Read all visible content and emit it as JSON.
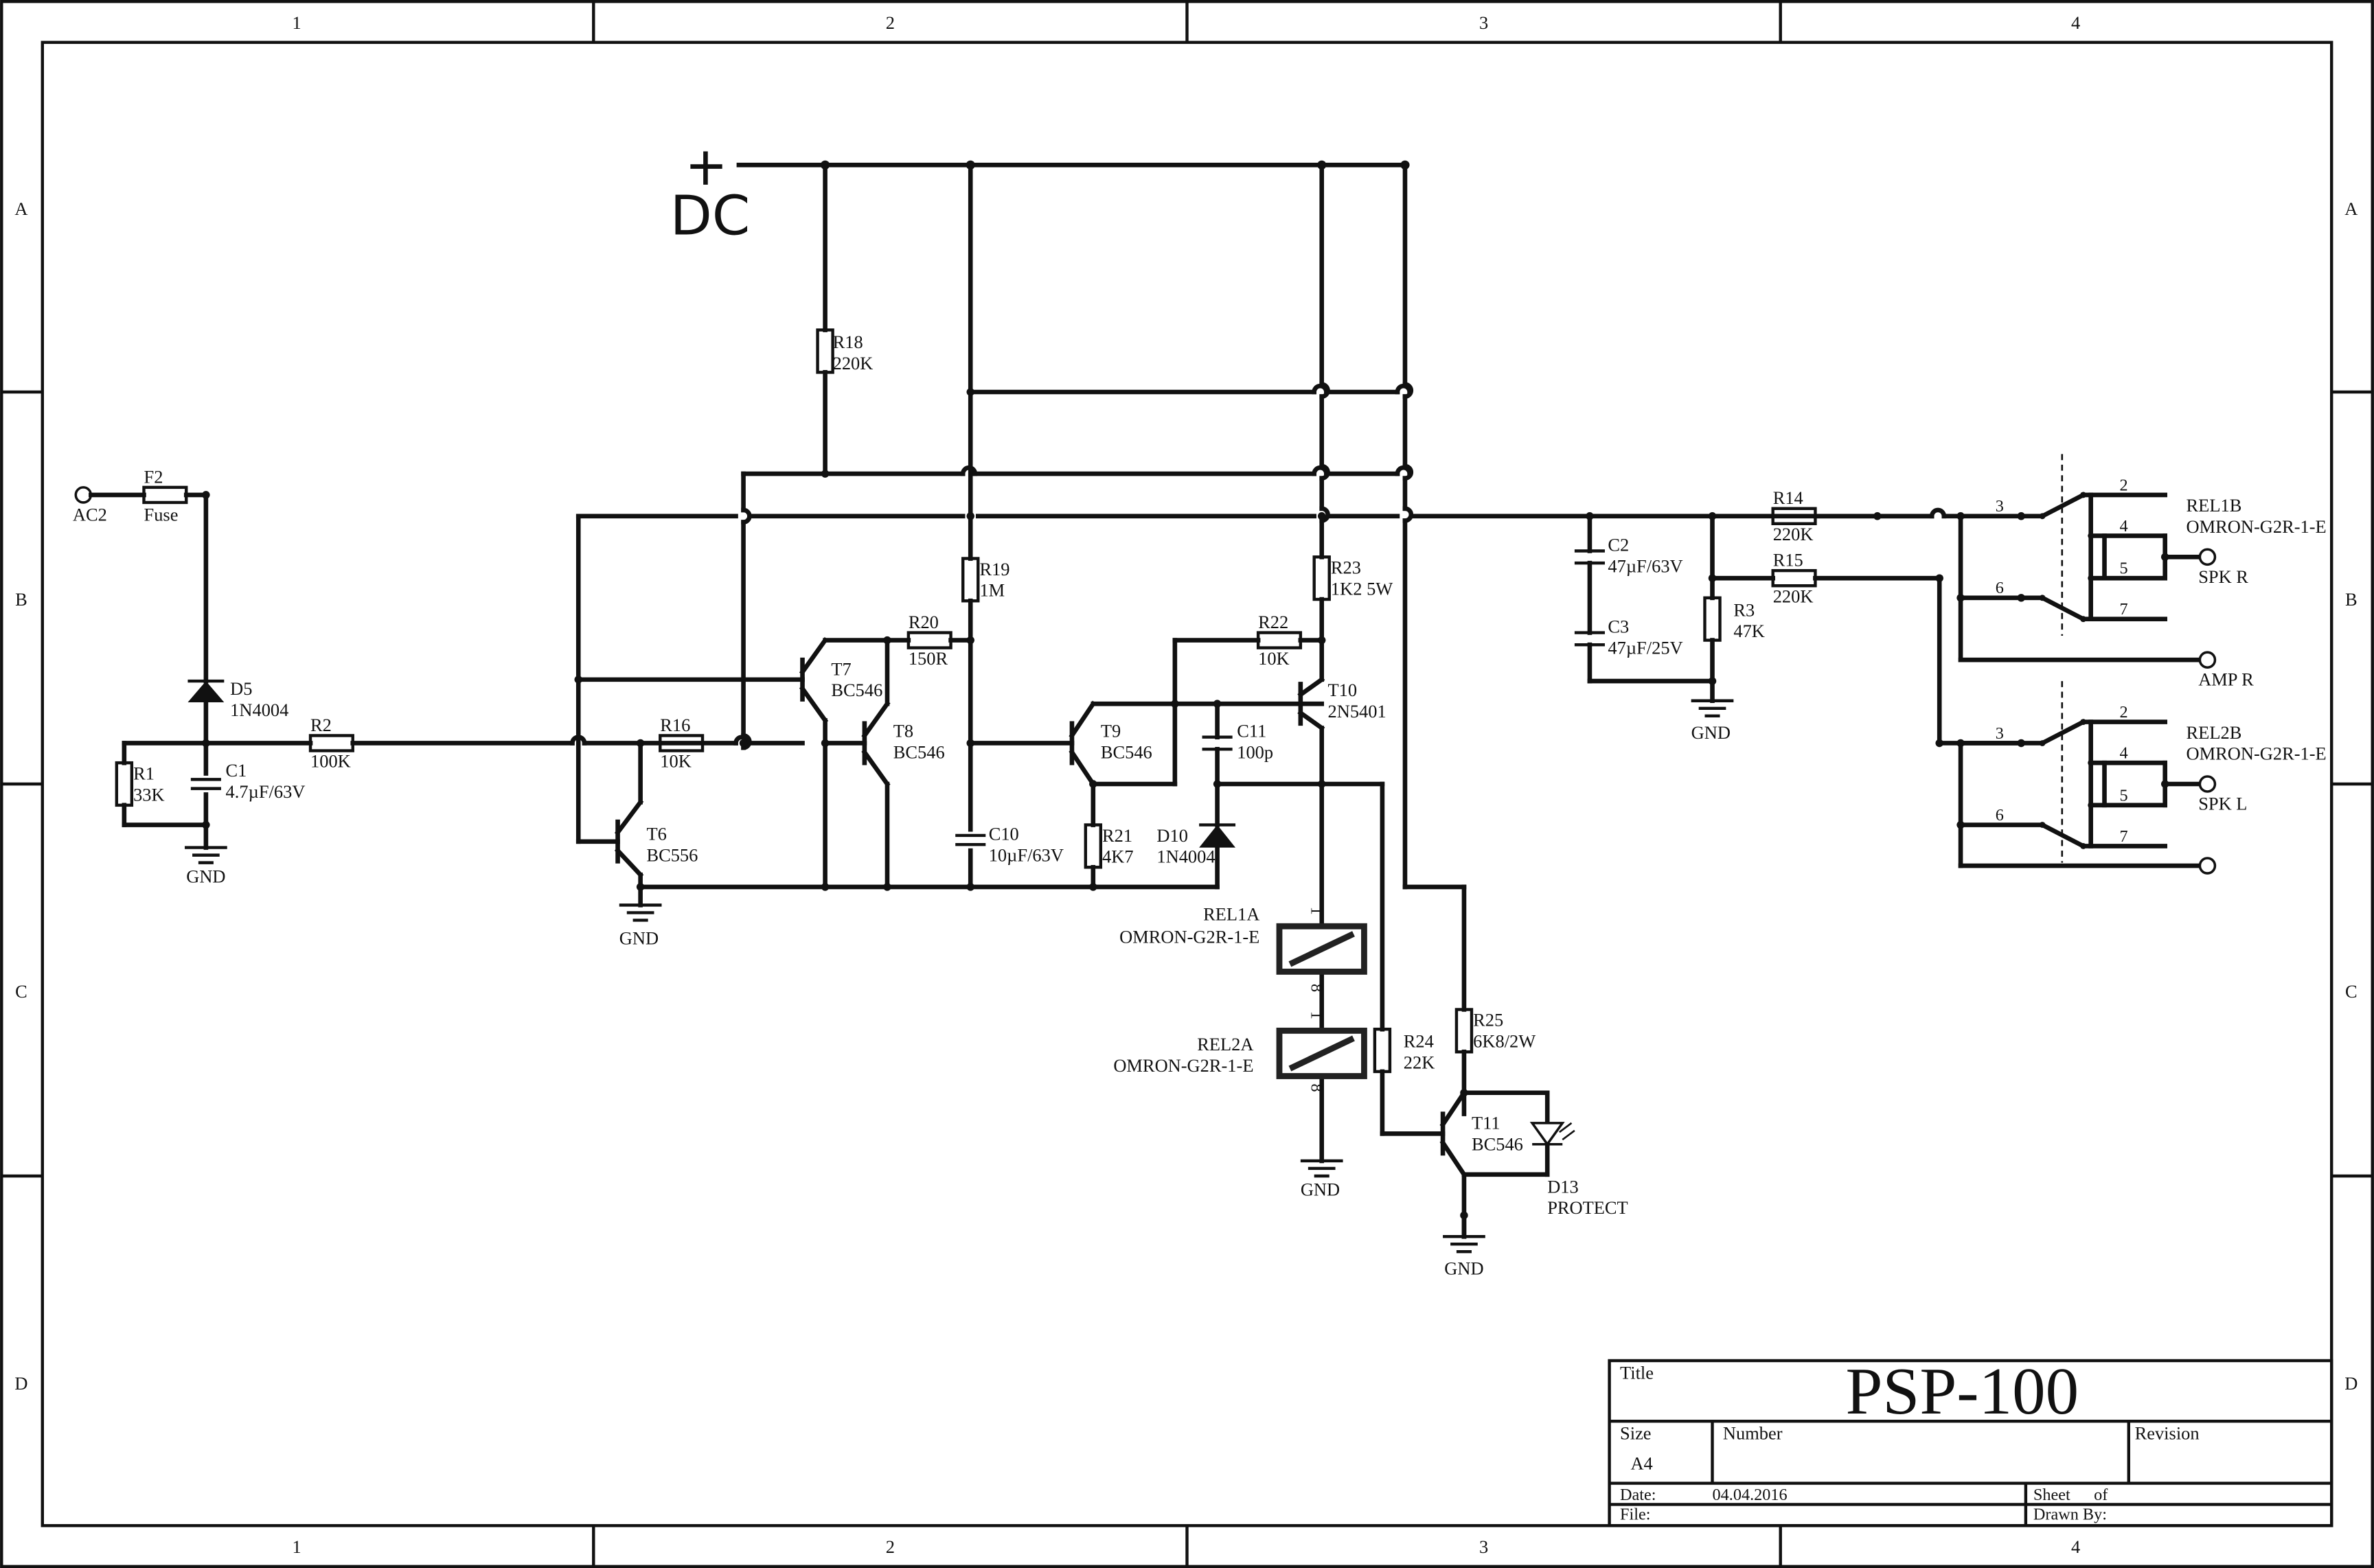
{
  "grid": {
    "columns": [
      "1",
      "2",
      "3",
      "4"
    ],
    "rows": [
      "A",
      "B",
      "C",
      "D"
    ]
  },
  "dc_label": "DC",
  "dc_sign": "+",
  "components": {
    "f2": {
      "ref": "F2",
      "value": "Fuse"
    },
    "ac2": {
      "ref": "AC2"
    },
    "d5": {
      "ref": "D5",
      "value": "1N4004"
    },
    "r1": {
      "ref": "R1",
      "value": "33K"
    },
    "c1": {
      "ref": "C1",
      "value": "4.7µF/63V"
    },
    "r2": {
      "ref": "R2",
      "value": "100K"
    },
    "gnd1": {
      "ref": "GND"
    },
    "r18": {
      "ref": "R18",
      "value": "220K"
    },
    "t7": {
      "ref": "T7",
      "value": "BC546"
    },
    "t8": {
      "ref": "T8",
      "value": "BC546"
    },
    "t6": {
      "ref": "T6",
      "value": "BC556"
    },
    "gnd2": {
      "ref": "GND"
    },
    "r16": {
      "ref": "R16",
      "value": "10K"
    },
    "r20": {
      "ref": "R20",
      "value": "150R"
    },
    "r19": {
      "ref": "R19",
      "value": "1M"
    },
    "c10": {
      "ref": "C10",
      "value": "10µF/63V"
    },
    "r22": {
      "ref": "R22",
      "value": "10K"
    },
    "t9": {
      "ref": "T9",
      "value": "BC546"
    },
    "r21": {
      "ref": "R21",
      "value": "4K7"
    },
    "d10": {
      "ref": "D10",
      "value": "1N4004"
    },
    "c11": {
      "ref": "C11",
      "value": "100p"
    },
    "r23": {
      "ref": "R23",
      "value": "1K2 5W"
    },
    "t10": {
      "ref": "T10",
      "value": "2N5401"
    },
    "rel1a": {
      "ref": "REL1A",
      "value": "OMRON-G2R-1-E",
      "pin1": "1",
      "pin8": "8"
    },
    "rel2a": {
      "ref": "REL2A",
      "value": "OMRON-G2R-1-E",
      "pin1": "1",
      "pin8": "8"
    },
    "gnd3": {
      "ref": "GND"
    },
    "r24": {
      "ref": "R24",
      "value": "22K"
    },
    "r25": {
      "ref": "R25",
      "value": "6K8/2W"
    },
    "t11": {
      "ref": "T11",
      "value": "BC546"
    },
    "d13": {
      "ref": "D13",
      "value": "PROTECT"
    },
    "gnd4": {
      "ref": "GND"
    },
    "c2": {
      "ref": "C2",
      "value": "47µF/63V"
    },
    "c3": {
      "ref": "C3",
      "value": "47µF/25V"
    },
    "r3": {
      "ref": "R3",
      "value": "47K"
    },
    "gnd5": {
      "ref": "GND"
    },
    "r14": {
      "ref": "R14",
      "value": "220K"
    },
    "r15": {
      "ref": "R15",
      "value": "220K"
    },
    "rel1b": {
      "ref": "REL1B",
      "value": "OMRON-G2R-1-E",
      "pins": [
        "3",
        "6",
        "2",
        "4",
        "5",
        "7"
      ]
    },
    "rel2b": {
      "ref": "REL2B",
      "value": "OMRON-G2R-1-E",
      "pins": [
        "3",
        "6",
        "2",
        "4",
        "5",
        "7"
      ]
    },
    "spk_r": {
      "ref": "SPK R"
    },
    "amp_r": {
      "ref": "AMP R"
    },
    "spk_l": {
      "ref": "SPK L"
    }
  },
  "title_block": {
    "title_label": "Title",
    "title": "PSP-100",
    "size_label": "Size",
    "size": "A4",
    "number_label": "Number",
    "revision_label": "Revision",
    "date_label": "Date:",
    "date": "04.04.2016",
    "sheet_label": "Sheet",
    "of_label": "of",
    "file_label": "File:",
    "drawn_by_label": "Drawn By:"
  }
}
